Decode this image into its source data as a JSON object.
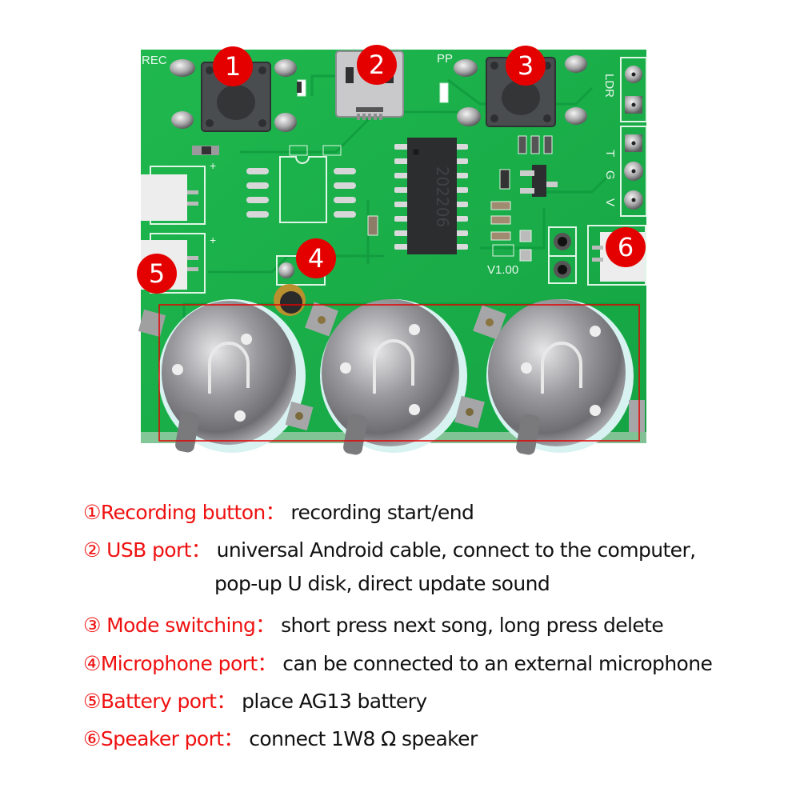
{
  "board": {
    "silkscreen": {
      "rec": "REC",
      "pp": "PP",
      "ldr": "LDR",
      "t": "T",
      "g": "G",
      "v": "V",
      "version": "V1.00",
      "chip_marking": "202206"
    },
    "markers": [
      "1",
      "2",
      "3",
      "4",
      "5",
      "6"
    ],
    "colors": {
      "pcb": "#18b04a",
      "marker": "#e50000",
      "highlight_box": "#e50000"
    }
  },
  "legend": {
    "items": [
      {
        "num": "①",
        "label": "Recording button：",
        "desc": "recording start/end"
      },
      {
        "num": "② ",
        "label": "USB port：",
        "desc": "universal Android cable, connect to the computer,",
        "cont": "pop-up U disk, direct update sound"
      },
      {
        "num": "③ ",
        "label": "Mode switching：",
        "desc": "short press next song, long press delete"
      },
      {
        "num": "④",
        "label": "Microphone port：",
        "desc": "can be connected to an external microphone"
      },
      {
        "num": "⑤",
        "label": "Battery port：",
        "desc": "place AG13 battery"
      },
      {
        "num": "⑥",
        "label": "Speaker port：",
        "desc": "connect 1W8 Ω speaker"
      }
    ]
  }
}
